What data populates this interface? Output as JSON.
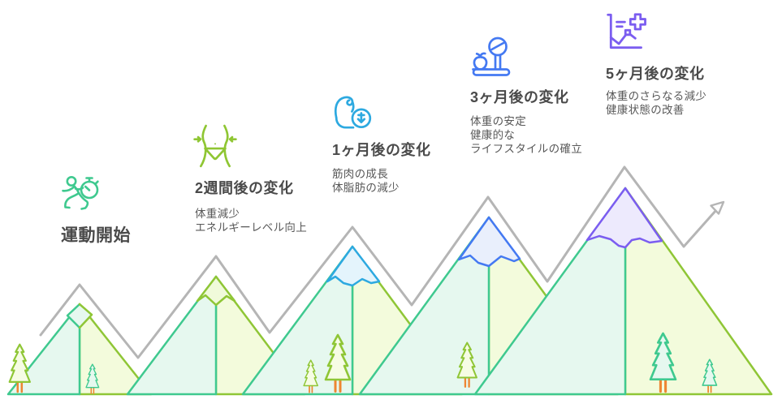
{
  "diagram_type": "fitness-journey-timeline",
  "milestones": [
    {
      "icon": "runner-stopwatch-icon",
      "title": "運動開始",
      "details": [],
      "accent": "#3fc98f"
    },
    {
      "icon": "slim-waist-icon",
      "title": "2週間後の変化",
      "details": [
        "体重減少",
        "エネルギーレベル向上"
      ],
      "accent": "#8fc636"
    },
    {
      "icon": "bicep-muscle-icon",
      "title": "1ヶ月後の変化",
      "details": [
        "筋肉の成長",
        "体脂肪の減少"
      ],
      "accent": "#2da9e0"
    },
    {
      "icon": "weight-scale-apple-icon",
      "title": "3ヶ月後の変化",
      "details": [
        "体重の安定",
        "健康的な",
        "ライフスタイルの確立"
      ],
      "accent": "#4479f2"
    },
    {
      "icon": "health-chart-icon",
      "title": "5ヶ月後の変化",
      "details": [
        "体重のさらなる減少",
        "健康状態の改善"
      ],
      "accent": "#7b5df0"
    }
  ],
  "palette": {
    "teal_outline": "#3fc98f",
    "lime_outline": "#8fc636",
    "sky_blue_outline": "#2da9e0",
    "royal_blue_outline": "#4479f2",
    "purple_outline": "#7b5df0",
    "gray_path": "#b5b5b5",
    "tree_trunk_orange": "#ee8632",
    "mint_fill": "#e6f8ef",
    "pale_lime_fill": "#f3fbdc",
    "light_blue_fill": "#e4f4fc",
    "periwinkle_fill": "#e9effc",
    "lavender_fill": "#edeafd",
    "title_text": "#4a4a4a",
    "body_text": "#585858"
  }
}
